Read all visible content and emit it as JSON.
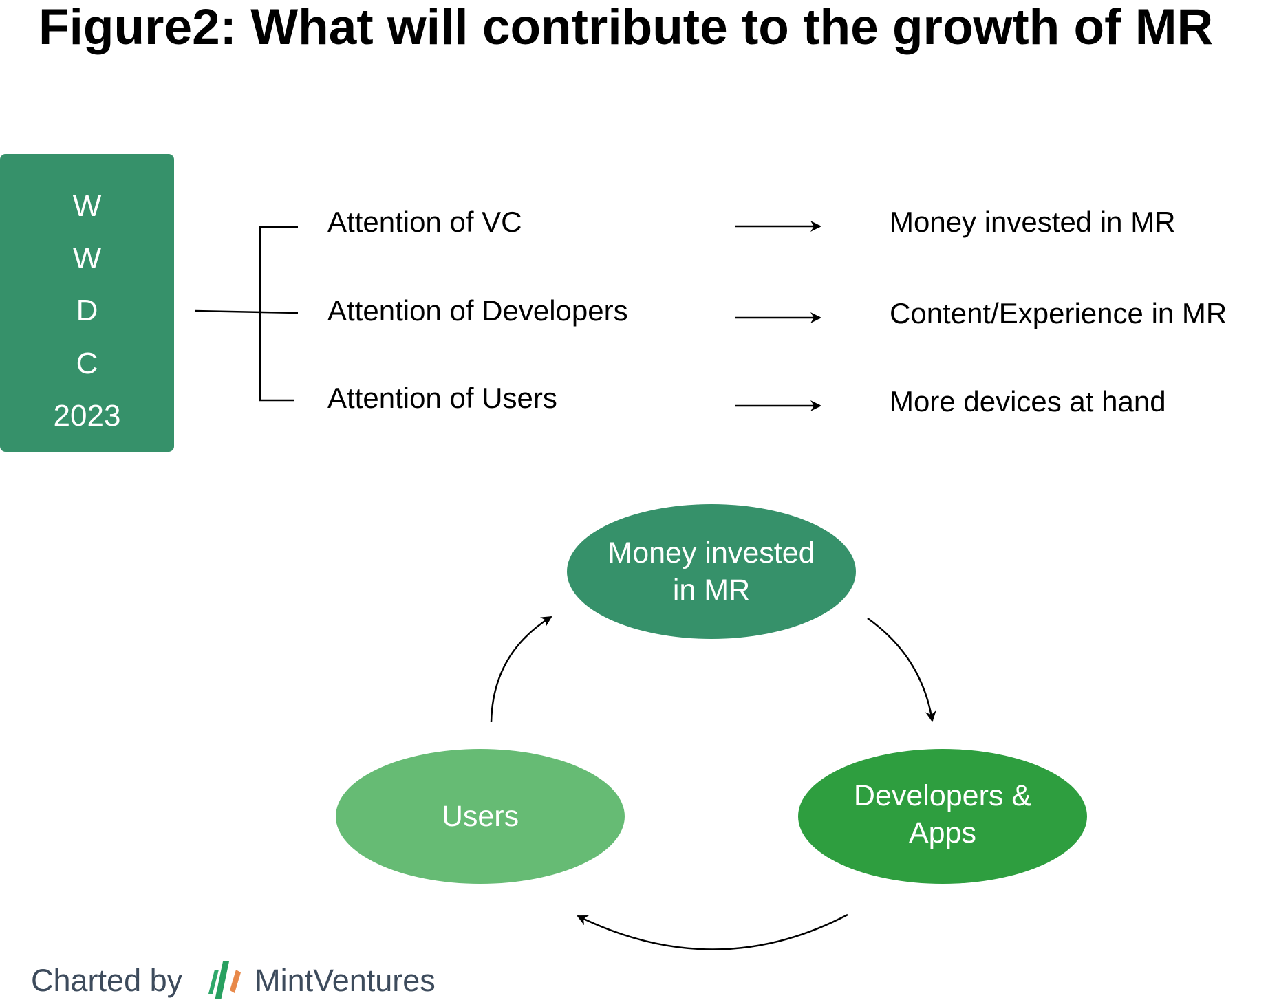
{
  "title": "Figure2: What will contribute to the growth of MR",
  "event_box": {
    "letters": [
      "W",
      "W",
      "D",
      "C"
    ],
    "year": "2023"
  },
  "attentions": [
    "Attention of VC",
    "Attention of Developers",
    "Attention of Users"
  ],
  "outcomes": [
    "Money invested in MR",
    "Content/Experience in MR",
    "More devices at hand"
  ],
  "cycle": {
    "money": [
      "Money invested",
      "in MR"
    ],
    "developers": [
      "Developers &",
      "Apps"
    ],
    "users": "Users"
  },
  "footer": {
    "prefix": "Charted by",
    "brand": "MintVentures"
  },
  "colors": {
    "box": "#36916a",
    "money": "#36916a",
    "developers": "#2e9e3f",
    "users": "#66bb74"
  }
}
